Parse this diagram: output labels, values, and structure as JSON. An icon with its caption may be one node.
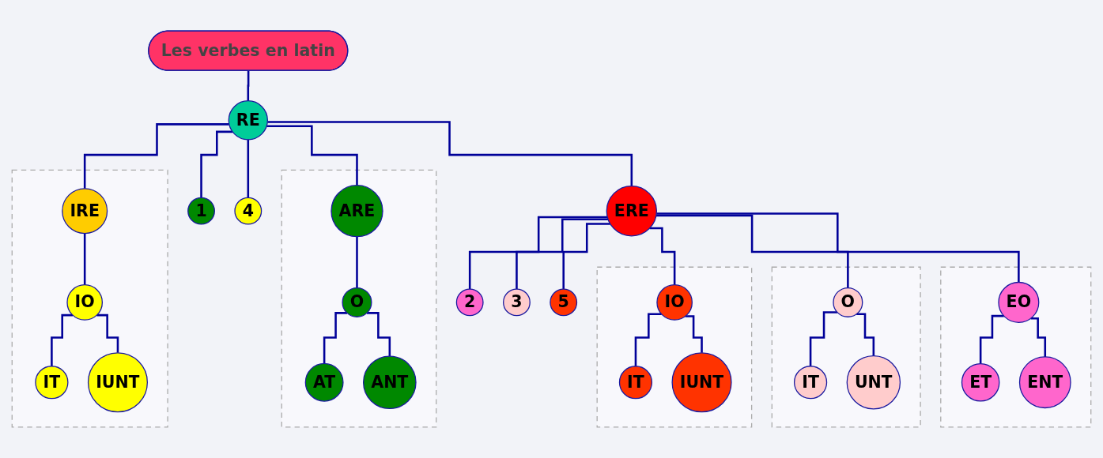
{
  "diagram": {
    "nodes": [
      {
        "text": [
          "Les verbes en latin"
        ]
      },
      {
        "text": [
          "RE"
        ]
      },
      {
        "text": [
          "1"
        ]
      },
      {
        "text": [],
        "shape": "box"
      },
      {
        "text": [
          "ARE"
        ],
        "in": 3
      },
      {
        "text": [
          "O"
        ],
        "in": 3
      },
      {
        "text": [
          "AT"
        ],
        "in": 3
      },
      {
        "text": [
          "ANT"
        ],
        "in": 3
      },
      {
        "text": [
          "ERE"
        ]
      },
      {
        "text": [
          "2"
        ]
      },
      {
        "text": [],
        "shape": "box"
      },
      {
        "text": [
          "EO"
        ],
        "in": 10
      },
      {
        "text": [
          "ET"
        ],
        "in": 10
      },
      {
        "text": [
          "ENT"
        ],
        "in": 10
      },
      {
        "text": [
          "3"
        ]
      },
      {
        "text": [],
        "shape": "box"
      },
      {
        "text": [
          "O"
        ],
        "in": 15
      },
      {
        "text": [
          "IT"
        ],
        "in": 15
      },
      {
        "text": [
          "UNT"
        ],
        "in": 15
      },
      {
        "text": [
          "5"
        ]
      },
      {
        "text": [],
        "shape": "box"
      },
      {
        "text": [
          "IO"
        ],
        "in": 20
      },
      {
        "text": [
          "IT"
        ],
        "in": 20
      },
      {
        "text": [
          "IUNT"
        ],
        "in": 20
      },
      {
        "text": [
          "4"
        ]
      },
      {
        "text": [],
        "shape": "box"
      },
      {
        "text": [
          "IRE"
        ],
        "in": 25
      },
      {
        "text": [
          "IO"
        ],
        "in": 25
      },
      {
        "text": [
          "IT"
        ],
        "in": 25
      },
      {
        "text": [
          "IUNT"
        ],
        "in": 25
      }
    ],
    "edges": [
      {
        "from": 0,
        "to": 1,
        "arrow": "none"
      },
      {
        "from": 1,
        "to": 2,
        "arrow": "none"
      },
      {
        "from": 1,
        "to": 4,
        "arrow": "none"
      },
      {
        "from": 1,
        "to": 8,
        "arrow": "none"
      },
      {
        "from": 1,
        "to": 24,
        "arrow": "none"
      },
      {
        "from": 1,
        "to": 26,
        "arrow": "none"
      },
      {
        "from": 4,
        "to": 5,
        "arrow": "none"
      },
      {
        "from": 5,
        "to": 6,
        "arrow": "none"
      },
      {
        "from": 5,
        "to": 7,
        "arrow": "none"
      },
      {
        "from": 8,
        "to": 9,
        "arrow": "none"
      },
      {
        "from": 8,
        "to": 11,
        "arrow": "none"
      },
      {
        "from": 8,
        "to": 14,
        "arrow": "none"
      },
      {
        "from": 8,
        "to": 16,
        "arrow": "none"
      },
      {
        "from": 8,
        "to": 19,
        "arrow": "none"
      },
      {
        "from": 8,
        "to": 21,
        "arrow": "none"
      },
      {
        "from": 11,
        "to": 12,
        "arrow": "none"
      },
      {
        "from": 11,
        "to": 13,
        "arrow": "none"
      },
      {
        "from": 16,
        "to": 17,
        "arrow": "none"
      },
      {
        "from": 16,
        "to": 18,
        "arrow": "none"
      },
      {
        "from": 21,
        "to": 22,
        "arrow": "none"
      },
      {
        "from": 21,
        "to": 23,
        "arrow": "none"
      },
      {
        "from": 26,
        "to": 27,
        "arrow": "none"
      },
      {
        "from": 27,
        "to": 28,
        "arrow": "none"
      },
      {
        "from": 27,
        "to": 29,
        "arrow": "none"
      }
    ]
  }
}
